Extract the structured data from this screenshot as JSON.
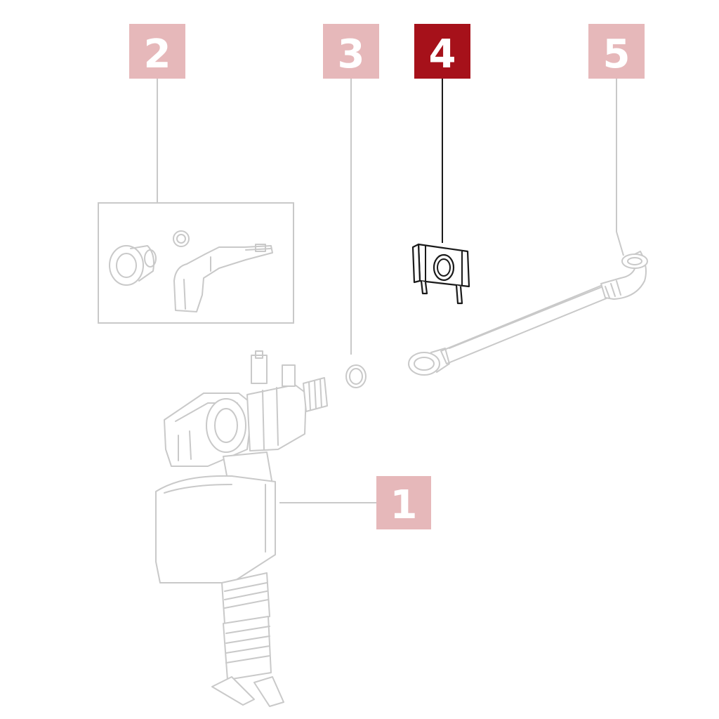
{
  "callouts": [
    {
      "number": "1",
      "active": false
    },
    {
      "number": "2",
      "active": false
    },
    {
      "number": "3",
      "active": false
    },
    {
      "number": "4",
      "active": true
    },
    {
      "number": "5",
      "active": false
    }
  ],
  "colors": {
    "badge_inactive": "#e6b8ba",
    "badge_active": "#a6111a",
    "ghost_part": "#c9c9c9",
    "active_part": "#1a1a1a"
  }
}
